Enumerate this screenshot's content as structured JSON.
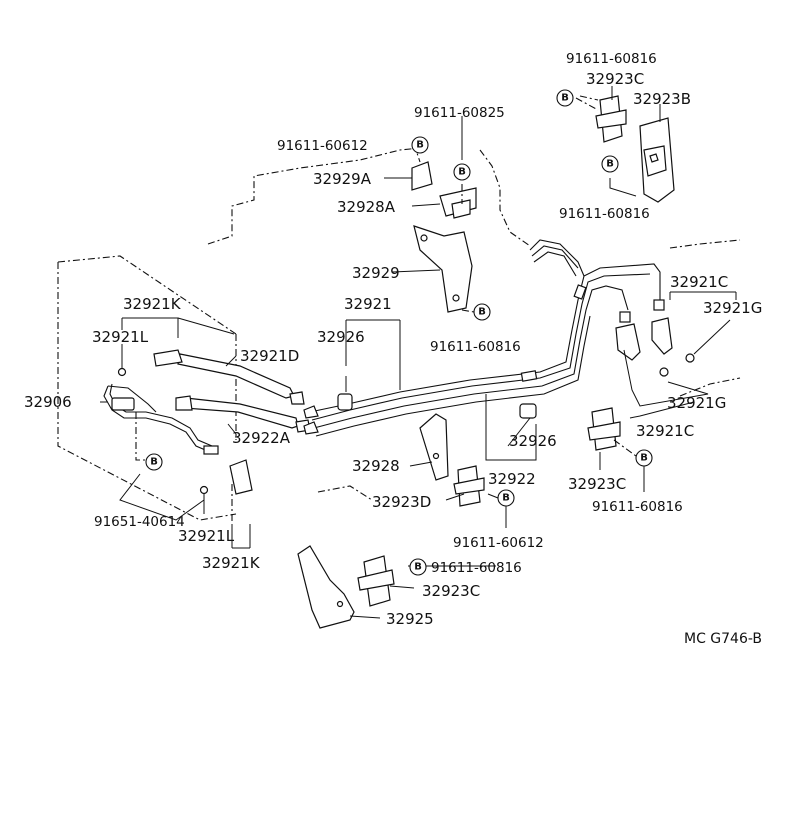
{
  "diagram": {
    "reference_code": "MC G746-B",
    "bolt_symbol": "B",
    "labels": {
      "p_91611_60816_top": "91611-60816",
      "p_32923C_top": "32923C",
      "p_32923B": "32923B",
      "p_91611_60825": "91611-60825",
      "p_91611_60612_top": "91611-60612",
      "p_32929A": "32929A",
      "p_32928A": "32928A",
      "p_91611_60816_right": "91611-60816",
      "p_32929": "32929",
      "p_91611_60816_mid": "91611-60816",
      "p_32921K_top": "32921K",
      "p_32921": "32921",
      "p_32921C_right": "32921C",
      "p_32921G_top": "32921G",
      "p_32921L_top": "32921L",
      "p_32926_top": "32926",
      "p_32921D": "32921D",
      "p_32906": "32906",
      "p_32922A": "32922A",
      "p_32921G_bottom": "32921G",
      "p_32921C_bottom": "32921C",
      "p_32926_bottom": "32926",
      "p_32928": "32928",
      "p_32922": "32922",
      "p_32923C_mid": "32923C",
      "p_32923D": "32923D",
      "p_91611_60816_lowright": "91611-60816",
      "p_91651_40614": "91651-40614",
      "p_32921L_bottom": "32921L",
      "p_91611_60612_bottom": "91611-60612",
      "p_32921K_bottom": "32921K",
      "p_91611_60816_bottom": "91611-60816",
      "p_32923C_bottom": "32923C",
      "p_32925": "32925"
    }
  }
}
